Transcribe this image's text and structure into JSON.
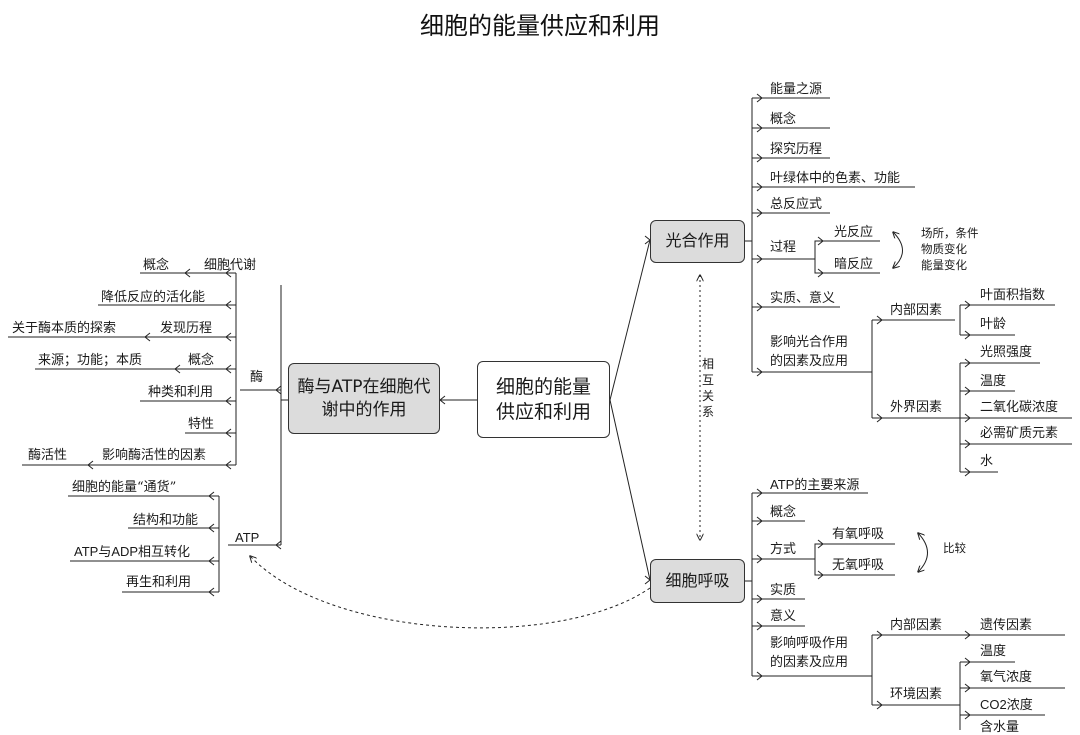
{
  "title": "细胞的能量供应和利用",
  "center": {
    "label": "细胞的能量供应和利用"
  },
  "left_main": {
    "label": "酶与ATP在细胞代谢中的作用"
  },
  "photosynthesis": {
    "label": "光合作用",
    "items": {
      "energy_source": "能量之源",
      "concept": "概念",
      "history": "探究历程",
      "pigments": "叶绿体中的色素、功能",
      "equation": "总反应式",
      "process": "过程",
      "light_reaction": "光反应",
      "dark_reaction": "暗反应",
      "process_note": [
        "场所，条件",
        "物质变化",
        "能量变化"
      ],
      "essence": "实质、意义",
      "factors": [
        "影响光合作用",
        "的因素及应用"
      ],
      "internal": "内部因素",
      "leaf_area": "叶面积指数",
      "leaf_age": "叶龄",
      "external": "外界因素",
      "light": "光照强度",
      "temperature": "温度",
      "co2": "二氧化碳浓度",
      "minerals": "必需矿质元素",
      "water": "水"
    }
  },
  "relation_label": [
    "相",
    "互",
    "关",
    "系"
  ],
  "respiration": {
    "label": "细胞呼吸",
    "items": {
      "atp_source": "ATP的主要来源",
      "concept": "概念",
      "method": "方式",
      "aerobic": "有氧呼吸",
      "anaerobic": "无氧呼吸",
      "compare": "比较",
      "essence": "实质",
      "meaning": "意义",
      "factors": [
        "影响呼吸作用",
        "的因素及应用"
      ],
      "internal": "内部因素",
      "genetic": "遗传因素",
      "environment": "环境因素",
      "temperature": "温度",
      "oxygen": "氧气浓度",
      "co2": "CO2浓度",
      "water": "含水量"
    }
  },
  "enzyme": {
    "label": "酶",
    "concept": "概念",
    "metabolism": "细胞代谢",
    "lower_energy": "降低反应的活化能",
    "nature_explore": "关于酶本质的探索",
    "discovery": "发现历程",
    "source_func": "来源；功能；本质",
    "concept2": "概念",
    "types": "种类和利用",
    "traits": "特性",
    "activity": "酶活性",
    "factors": "影响酶活性的因素"
  },
  "atp": {
    "label": "ATP",
    "currency": "细胞的能量“通货”",
    "structure": "结构和功能",
    "conversion": "ATP与ADP相互转化",
    "regeneration": "再生和利用"
  }
}
